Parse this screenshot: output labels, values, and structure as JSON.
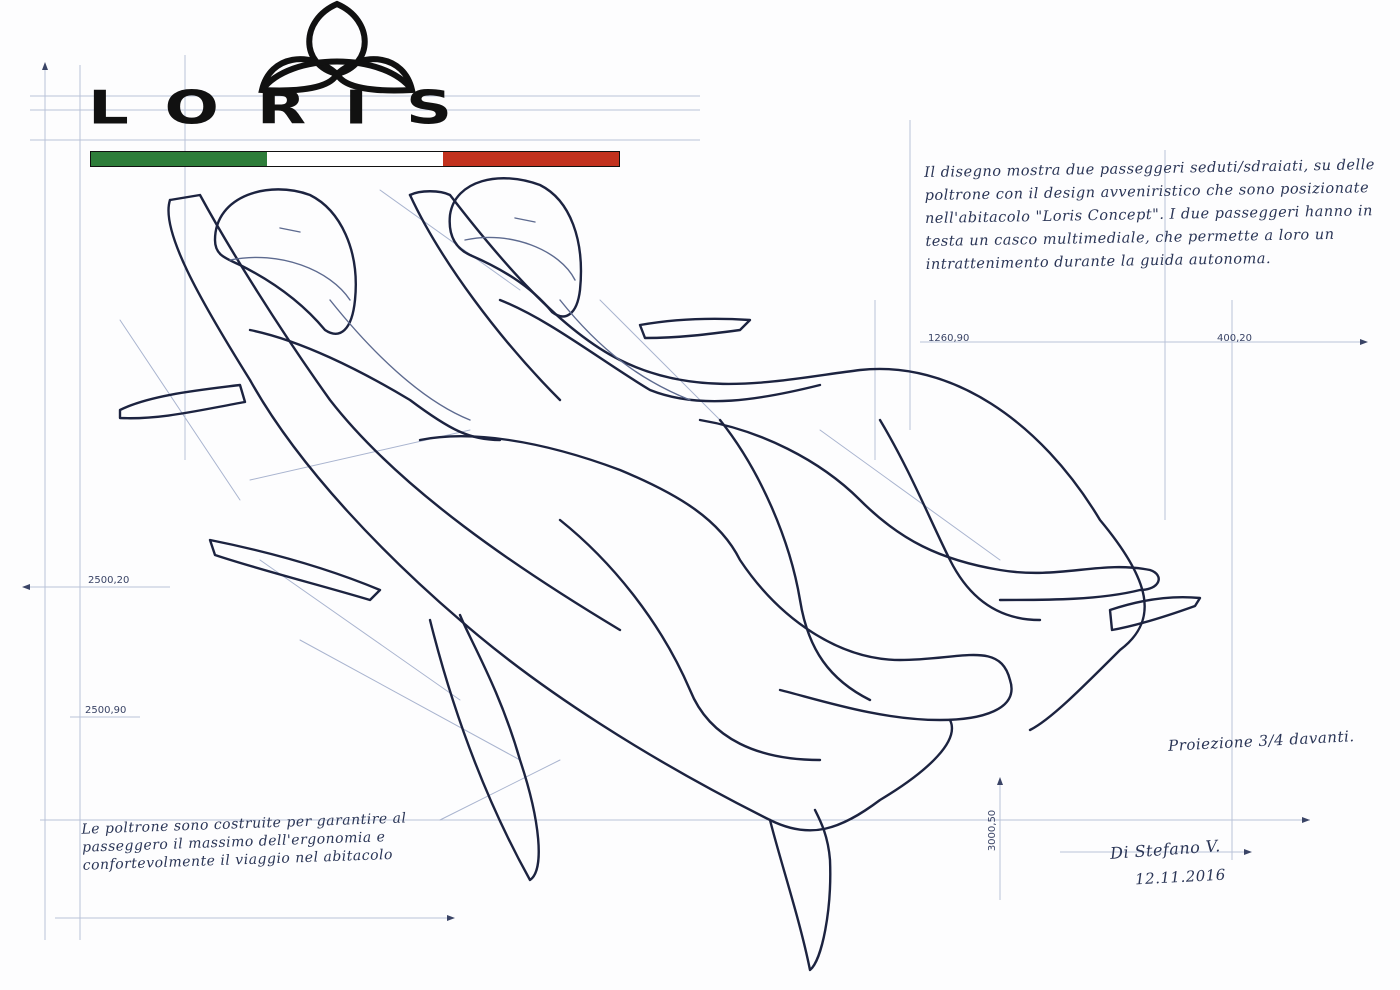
{
  "logo": {
    "wordmark": "LORIS",
    "emblem": "triquetra-icon",
    "flag_colors": [
      "#2e7d3a",
      "#ffffff",
      "#c2321e"
    ]
  },
  "notes": {
    "top": "Il disegno mostra due passeggeri seduti/sdraiati, su delle poltrone con il design avveniristico che sono posizionate nell'abitacolo \"Loris Concept\". I due passeggeri hanno in testa un casco multimediale, che permette a loro un intrattenimento durante la guida autonoma.",
    "bottom": "Le poltrone sono costruite per garantire al passeggero il massimo dell'ergonomia e confortevolmente il viaggio nel abitacolo"
  },
  "dimensions": {
    "d1": "1260,90",
    "d2": "400,20",
    "d3": "2500,20",
    "d4": "2500,90",
    "d5": "3000,50"
  },
  "caption": {
    "projection": "Proiezione 3/4 davanti.",
    "signature": "Di Stefano V.",
    "date": "12.11.2016"
  },
  "colors": {
    "ink": "#1c2340",
    "pencil": "#9aa6c4",
    "paper": "#fdfdfe"
  }
}
